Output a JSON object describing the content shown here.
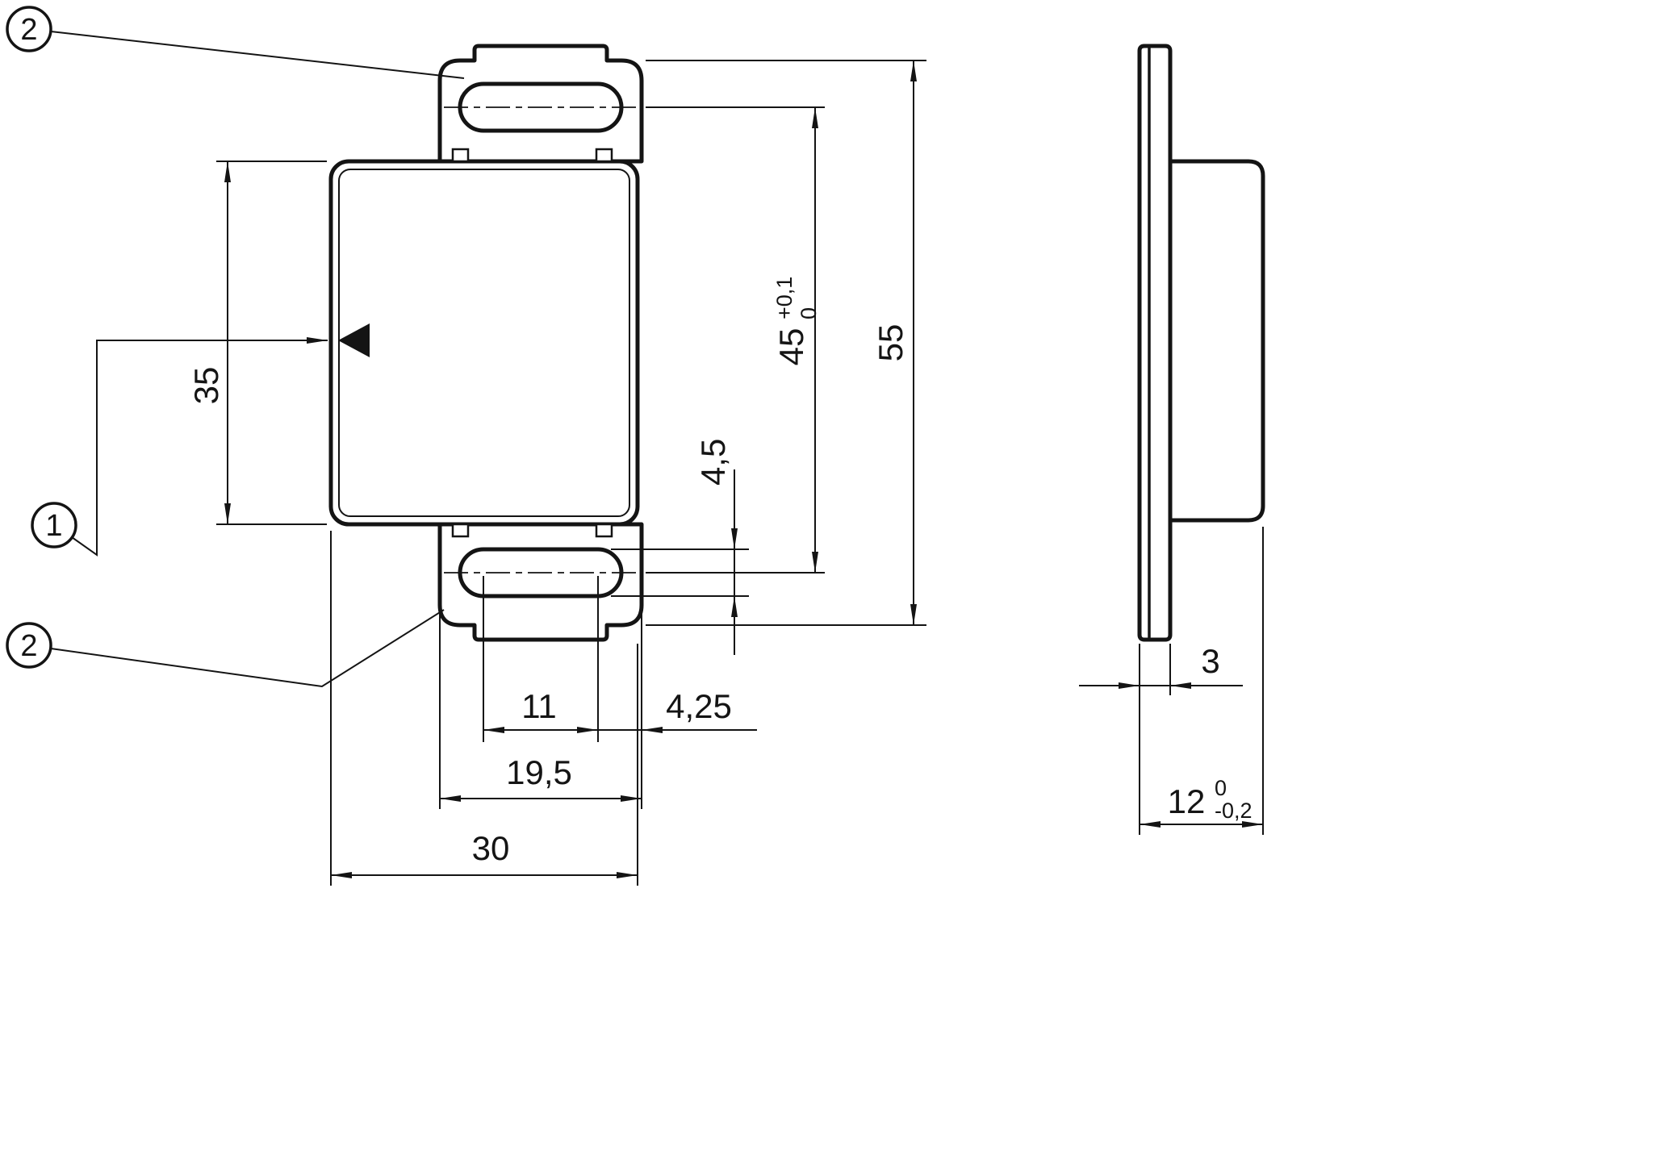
{
  "callouts": {
    "sensor": "1",
    "bracket": "2"
  },
  "front_view": {
    "dim_body_height": "35",
    "dim_overall_height": "55",
    "dim_slot_spacing": "45",
    "dim_slot_spacing_tol_upper": "+0,1",
    "dim_slot_spacing_tol_lower": "0",
    "dim_slot_width": "4,5",
    "dim_slot_length": "11",
    "dim_slot_end_to_edge": "4,25",
    "dim_flange_width": "19,5",
    "dim_body_width": "30"
  },
  "side_view": {
    "dim_bracket_thickness": "3",
    "dim_overall_depth": "12",
    "dim_overall_depth_tol_upper": "0",
    "dim_overall_depth_tol_lower": "-0,2"
  }
}
